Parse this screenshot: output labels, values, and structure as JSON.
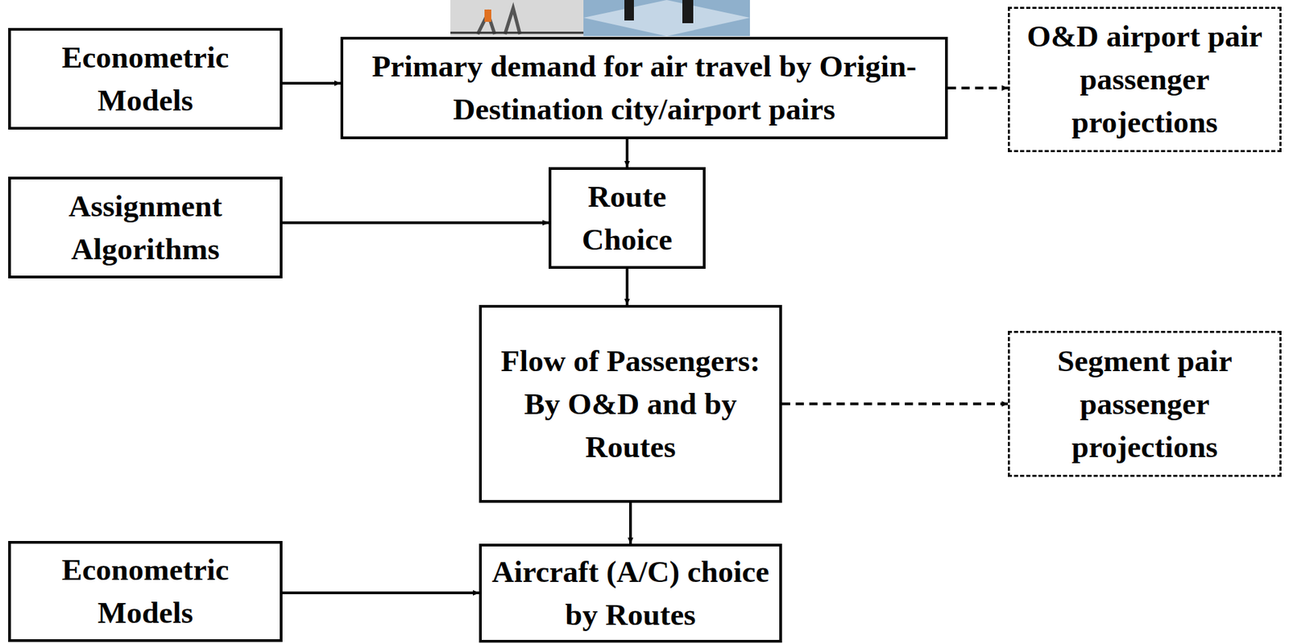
{
  "diagram": {
    "nodes": [
      {
        "text": [
          "Econometric Models"
        ]
      },
      {
        "text": [
          "Primary demand for air travel by Origin-Destination city/airport pairs"
        ]
      },
      {
        "text": [
          "O&D airport pair passenger projections"
        ]
      },
      {
        "text": [
          "Assignment Algorithms"
        ]
      },
      {
        "text": [
          "Route Choice"
        ]
      },
      {
        "text": [
          "Flow of Passengers:",
          "By O&D and by Routes"
        ]
      },
      {
        "text": [
          "Segment pair passenger projections"
        ]
      },
      {
        "text": [
          "Econometric Models"
        ]
      },
      {
        "text": [
          "Aircraft (A/C) choice by Routes"
        ]
      }
    ],
    "edges": [
      {
        "from": 0,
        "to": 1,
        "arrow": "to"
      },
      {
        "from": 1,
        "to": 2,
        "arrow": "to"
      },
      {
        "from": 1,
        "to": 4,
        "arrow": "to"
      },
      {
        "from": 3,
        "to": 4,
        "arrow": "to"
      },
      {
        "from": 4,
        "to": 5,
        "arrow": "to"
      },
      {
        "from": 5,
        "to": 6,
        "arrow": "to"
      },
      {
        "from": 5,
        "to": 8,
        "arrow": "to"
      },
      {
        "from": 7,
        "to": 8,
        "arrow": "to"
      }
    ]
  }
}
